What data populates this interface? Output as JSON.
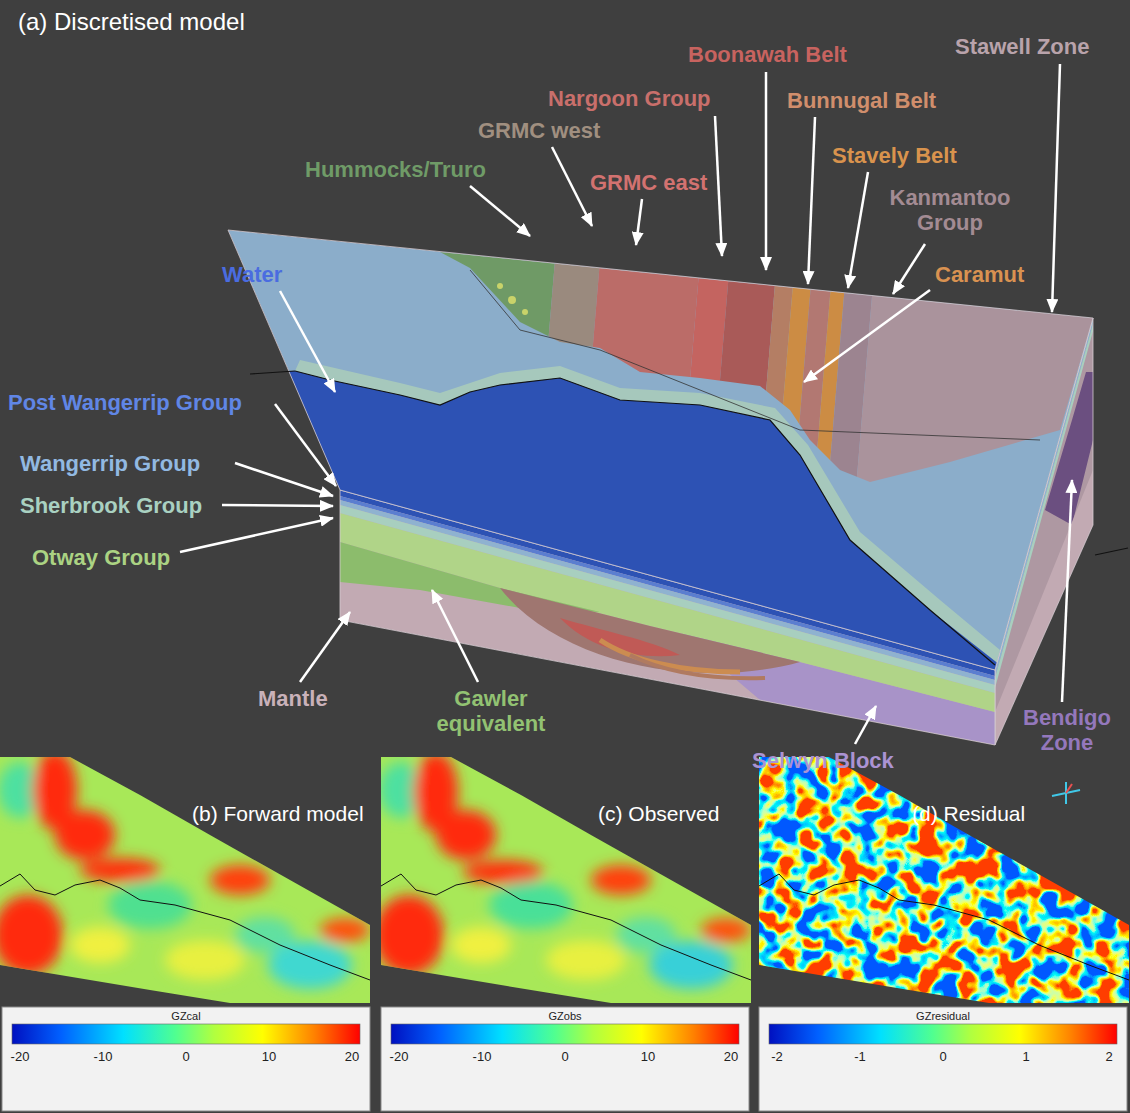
{
  "diagram": {
    "labels": [
      "(a) Discretised model",
      "Boonawah Belt",
      "Stawell Zone",
      "Nargoon Group",
      "Bunnugal Belt",
      "GRMC west",
      "Stavely Belt",
      "Hummocks/Truro",
      "GRMC east",
      "Kanmantoo Group",
      "Caramut",
      "Water",
      "Post Wangerrip Group",
      "Wangerrip Group",
      "Sherbrook Group",
      "Otway Group",
      "Bendigo Zone",
      "Mantle",
      "Gawler equivalent",
      "Selwyn Block",
      "(b) Forward model",
      "(c) Observed",
      "(d) Residual",
      "GZcal",
      "-20",
      "-10",
      "0",
      "10",
      "20",
      "GZobs",
      "-20",
      "-10",
      "0",
      "10",
      "20",
      "GZresidual",
      "-2",
      "-1",
      "0",
      "1",
      "2"
    ]
  }
}
